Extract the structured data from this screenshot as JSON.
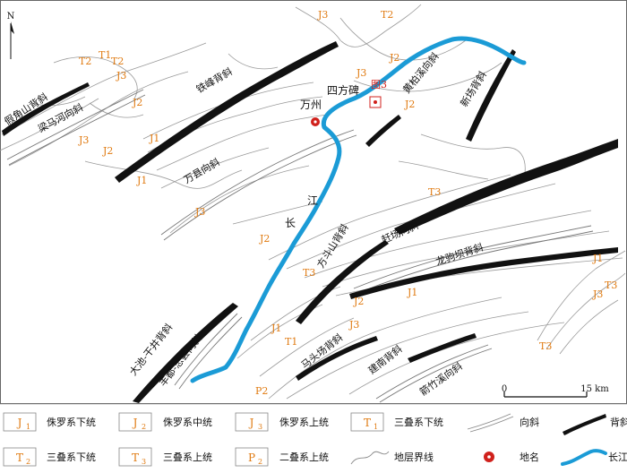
{
  "map": {
    "north": "N",
    "place_wanzhou": "万州",
    "place_sifangbei": "四方碑",
    "figure_ref": "图3",
    "river": [
      "长",
      "江"
    ],
    "anticlines": {
      "jiajiaoshan": "假角山背斜",
      "tieling": "铁峰背斜",
      "huangbaixi": "黄柏溪向斜",
      "xinchang": "新场背斜",
      "fangdoushan": "方斗山背斜",
      "longjuba": "龙驹坝背斜",
      "dachi": "大池-干井背斜",
      "matouchang": "马头场背斜",
      "jiannan": "建南背斜"
    },
    "synclines": {
      "lianmahe": "梁马河向斜",
      "wanxian": "万县向斜",
      "zhaochang": "赶场向斜",
      "fengdu": "丰都-忠县向斜",
      "lianzhuxi": "箭竹溪向斜"
    },
    "scale": {
      "zero": "0",
      "distance": "15 km"
    },
    "units": {
      "J1": "J1",
      "J2": "J2",
      "J3": "J3",
      "T1": "T1",
      "T2": "T2",
      "T3": "T3",
      "P2": "P2"
    }
  },
  "legend": [
    {
      "symbol": "J",
      "sub": "1",
      "label": "侏罗系下统"
    },
    {
      "symbol": "J",
      "sub": "2",
      "label": "侏罗系中统"
    },
    {
      "symbol": "J",
      "sub": "3",
      "label": "侏罗系上统"
    },
    {
      "symbol": "T",
      "sub": "1",
      "label": "三叠系下统"
    },
    {
      "symbol": "syncline-line-icon",
      "label": "向斜"
    },
    {
      "symbol": "anticline-line-icon",
      "label": "背斜"
    },
    {
      "symbol": "T",
      "sub": "2",
      "label": "三叠系下统"
    },
    {
      "symbol": "T",
      "sub": "3",
      "label": "三叠系上统"
    },
    {
      "symbol": "P",
      "sub": "2",
      "label": "二叠系上统"
    },
    {
      "symbol": "boundary-line-icon",
      "label": "地层界线"
    },
    {
      "symbol": "place-dot-icon",
      "label": "地名"
    },
    {
      "symbol": "river-line-icon",
      "label": "长江"
    }
  ],
  "colors": {
    "anticline": "#111111",
    "river": "#1b9bd6",
    "unit_label": "#e07a10",
    "place": "#d0211c"
  }
}
